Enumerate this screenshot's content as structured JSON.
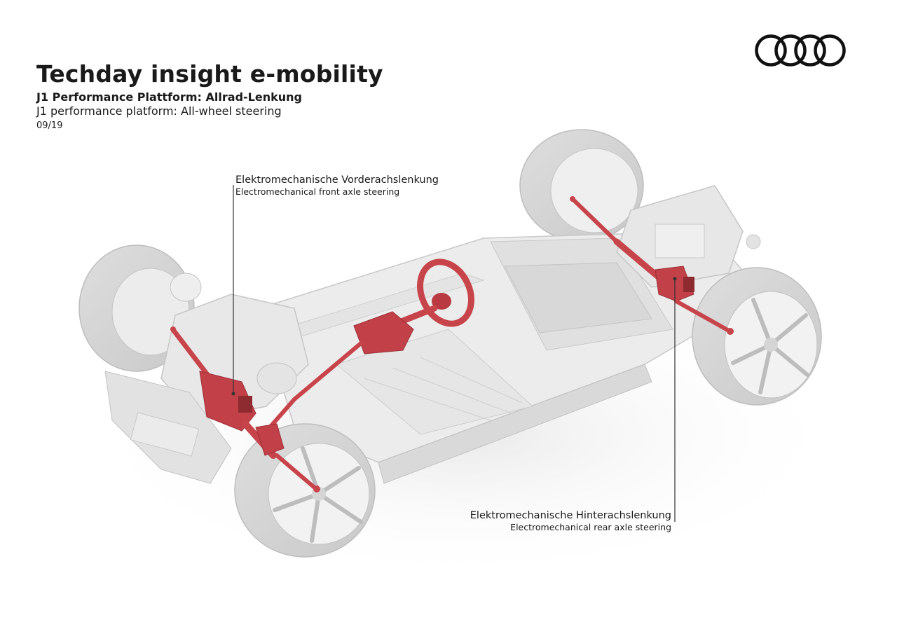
{
  "header": {
    "title": "Techday insight e-mobility",
    "subtitle_de": "J1 Performance Plattform: Allrad-Lenkung",
    "subtitle_en": "J1 performance platform: All-wheel steering",
    "date": "09/19"
  },
  "logo": {
    "icon": "audi-four-rings-logo",
    "color": "#111111"
  },
  "callouts": {
    "front": {
      "label_de": "Elektromechanische Vorderachslenkung",
      "label_en": "Electromechanical front axle steering"
    },
    "rear": {
      "label_de": "Elektromechanische Hinterachslenkung",
      "label_en": "Electromechanical rear axle steering"
    }
  },
  "colors": {
    "highlight": "#c8444b",
    "chassis": "#e2e2e2",
    "tire": "#d6d6d6",
    "leader_line": "#333333"
  }
}
